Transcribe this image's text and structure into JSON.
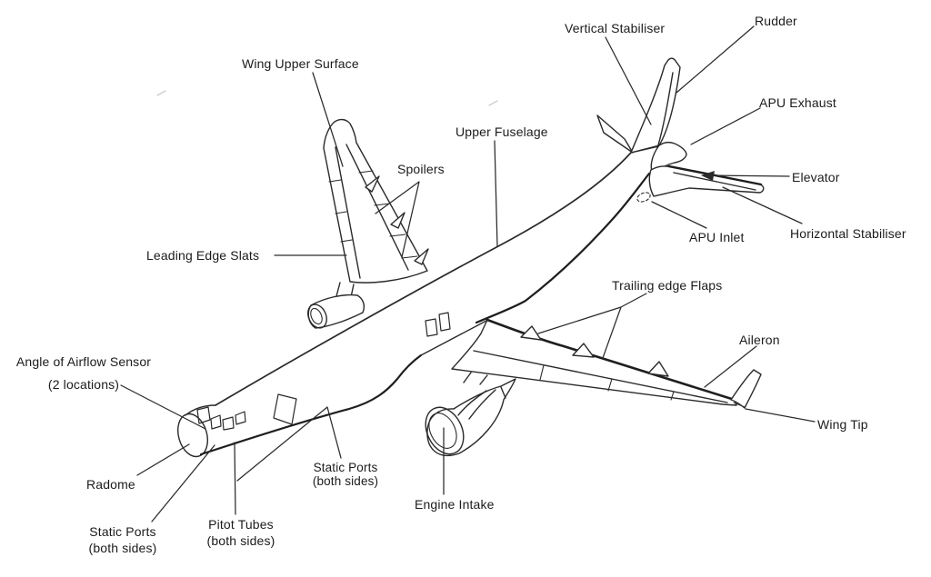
{
  "colors": {
    "background": "#ffffff",
    "line": "#2a2a2a",
    "thick_line": "#1e1e1e",
    "text": "#1b1b1b"
  },
  "labels": [
    {
      "id": "vertical-stabiliser",
      "text": "Vertical Stabiliser"
    },
    {
      "id": "rudder",
      "text": "Rudder"
    },
    {
      "id": "apu-exhaust",
      "text": "APU Exhaust"
    },
    {
      "id": "elevator",
      "text": "Elevator"
    },
    {
      "id": "horizontal-stabiliser",
      "text": "Horizontal Stabiliser"
    },
    {
      "id": "apu-inlet",
      "text": "APU Inlet"
    },
    {
      "id": "wing-upper-surface",
      "text": "Wing Upper Surface"
    },
    {
      "id": "upper-fuselage",
      "text": "Upper Fuselage"
    },
    {
      "id": "spoilers",
      "text": "Spoilers"
    },
    {
      "id": "leading-edge-slats",
      "text": "Leading Edge Slats"
    },
    {
      "id": "trailing-edge-flaps",
      "text": "Trailing edge Flaps"
    },
    {
      "id": "aileron",
      "text": "Aileron"
    },
    {
      "id": "wing-tip",
      "text": "Wing Tip"
    },
    {
      "id": "engine-intake",
      "text": "Engine Intake"
    },
    {
      "id": "static-ports-forward",
      "text": "Static Ports\n(both sides)"
    },
    {
      "id": "pitot-tubes",
      "text": "Pitot Tubes\n(both sides)"
    },
    {
      "id": "static-ports-nose",
      "text": "Static Ports\n(both sides)"
    },
    {
      "id": "radome",
      "text": "Radome"
    },
    {
      "id": "angle-of-airflow-sensor",
      "text": "Angle of Airflow Sensor\n(2 locations)"
    }
  ]
}
